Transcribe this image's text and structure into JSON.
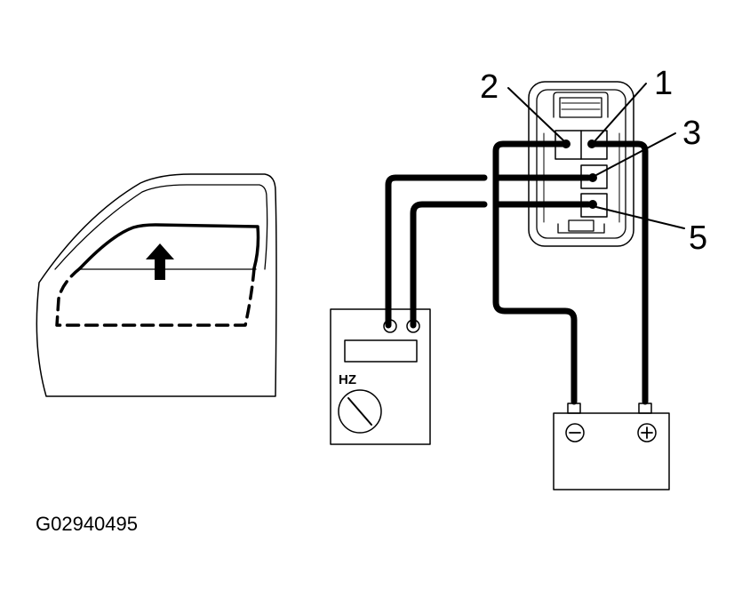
{
  "connector": {
    "pins": [
      {
        "label": "2"
      },
      {
        "label": "1"
      },
      {
        "label": "3"
      },
      {
        "label": "5"
      }
    ]
  },
  "meter": {
    "mode_label": "HZ"
  },
  "battery": {
    "negative_symbol": "−",
    "positive_symbol": "+"
  },
  "figure_ref": "G02940495",
  "colors": {
    "line": "#000000",
    "background": "#ffffff"
  }
}
